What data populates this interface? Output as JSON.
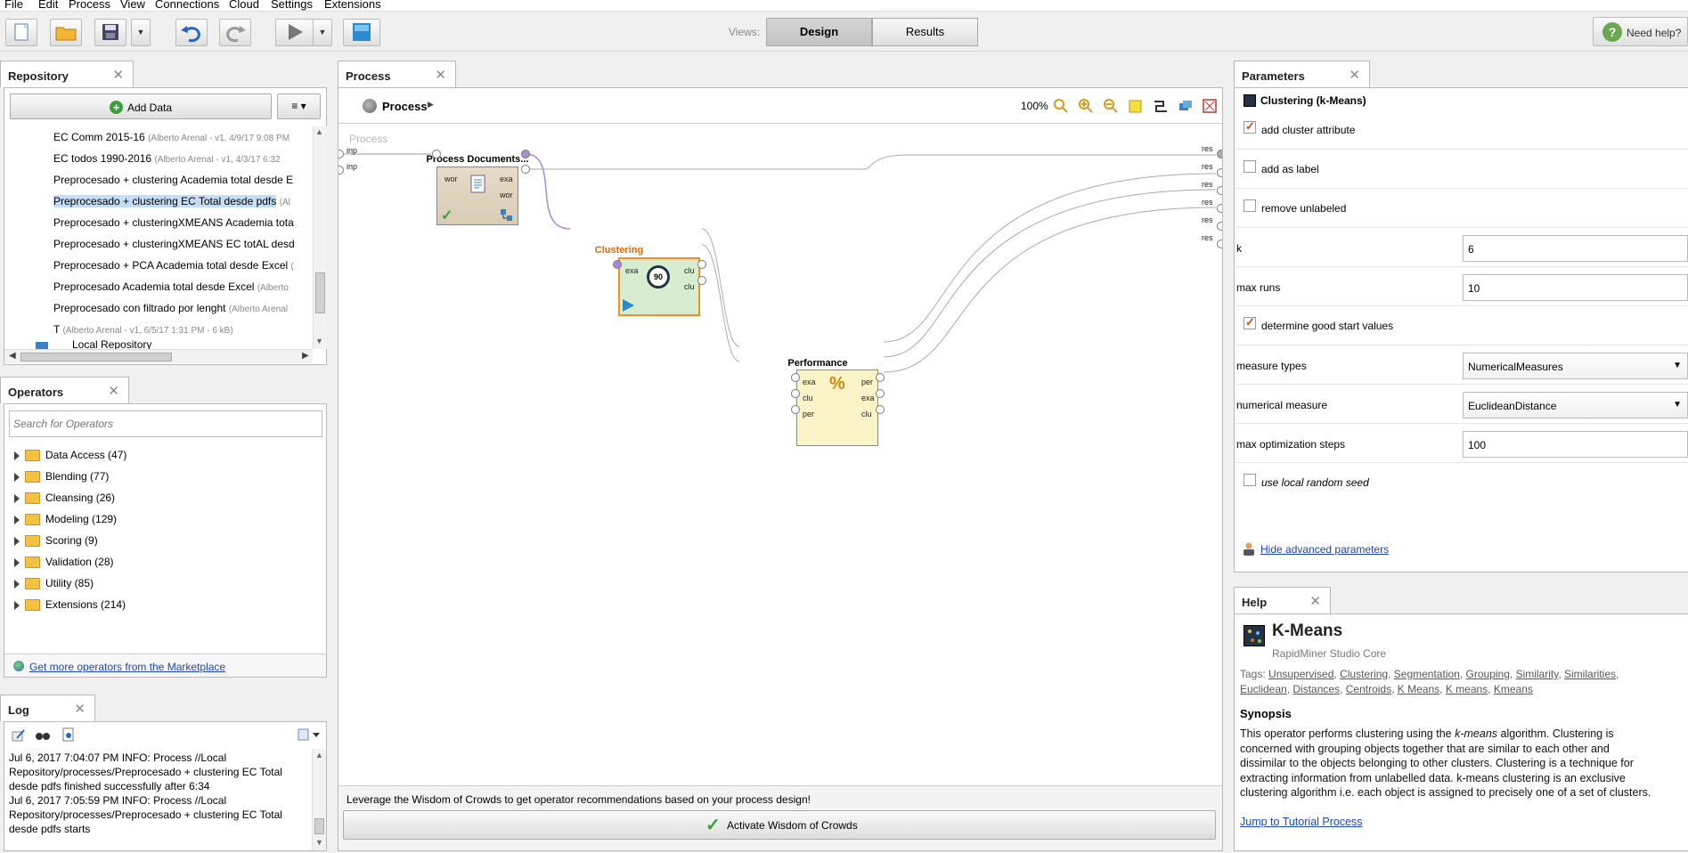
{
  "menu": [
    "File",
    "Edit",
    "Process",
    "View",
    "Connections",
    "Cloud",
    "Settings",
    "Extensions"
  ],
  "toolbar": {
    "views_label": "Views:",
    "design_label": "Design",
    "results_label": "Results",
    "help_label": "Need help?"
  },
  "repository": {
    "tab": "Repository",
    "add_data": "Add Data",
    "menu_icon": "≡ ▾",
    "items": [
      {
        "name": "EC Comm 2015-16",
        "meta": "(Alberto Arenal - v1, 4/9/17 9:08 PM"
      },
      {
        "name": "EC todos 1990-2016",
        "meta": "(Alberto Arenal - v1, 4/3/17 6:32"
      },
      {
        "name": "Preprocesado + clustering Academia total desde E",
        "meta": ""
      },
      {
        "name": "Preprocesado + clustering EC Total desde pdfs",
        "meta": "(Al"
      },
      {
        "name": "Preprocesado + clusteringXMEANS Academia tota",
        "meta": ""
      },
      {
        "name": "Preprocesado + clusteringXMEANS EC totAL desd",
        "meta": ""
      },
      {
        "name": "Preprocesado + PCA Academia total desde Excel",
        "meta": "("
      },
      {
        "name": "Preprocesado Academia total desde Excel",
        "meta": "(Alberto"
      },
      {
        "name": "Preprocesado con filtrado por lenght",
        "meta": "(Alberto Arenal"
      },
      {
        "name": "T",
        "meta": "(Alberto Arenal - v1, 6/5/17 1:31 PM - 6 kB)"
      }
    ],
    "partial_item": "Local Repository"
  },
  "operators": {
    "tab": "Operators",
    "search_placeholder": "Search for Operators",
    "items": [
      "Data Access (47)",
      "Blending (77)",
      "Cleansing (26)",
      "Modeling (129)",
      "Scoring (9)",
      "Validation (28)",
      "Utility (85)",
      "Extensions (214)"
    ],
    "marketplace_link": "Get more operators from the Marketplace"
  },
  "log": {
    "tab": "Log",
    "lines": [
      "Jul 6, 2017 7:04:07 PM INFO: Process //Local",
      "Repository/processes/Preprocesado + clustering EC Total",
      "desde pdfs finished successfully after 6:34",
      "Jul 6, 2017 7:05:59 PM INFO: Process //Local",
      "Repository/processes/Preprocesado + clustering EC Total",
      "desde pdfs starts"
    ]
  },
  "process": {
    "tab": "Process",
    "breadcrumb": "Process",
    "zoom": "100%",
    "canvas_label": "Process",
    "left_ports": [
      "inp",
      "inp"
    ],
    "right_ports": [
      "res",
      "res",
      "res",
      "res",
      "res",
      "res"
    ],
    "op_docs": {
      "name": "Process Documents...",
      "in": [
        "wor"
      ],
      "out": [
        "exa",
        "wor"
      ]
    },
    "op_cluster": {
      "name": "Clustering",
      "in": [
        "exa"
      ],
      "out": [
        "clu",
        "clu"
      ],
      "badge": "90"
    },
    "op_perf": {
      "name": "Performance",
      "in": [
        "exa",
        "clu",
        "per"
      ],
      "out": [
        "per",
        "exa",
        "clu"
      ]
    },
    "wisdom_text": "Leverage the Wisdom of Crowds to get operator recommendations based on your process design!",
    "wisdom_button": "Activate Wisdom of Crowds"
  },
  "parameters": {
    "tab": "Parameters",
    "operator": "Clustering (k-Means)",
    "add_cluster_attribute": {
      "label": "add cluster attribute",
      "checked": true
    },
    "add_as_label": {
      "label": "add as label",
      "checked": false
    },
    "remove_unlabeled": {
      "label": "remove unlabeled",
      "checked": false
    },
    "k": {
      "label": "k",
      "value": "6"
    },
    "max_runs": {
      "label": "max runs",
      "value": "10"
    },
    "determine_good_start": {
      "label": "determine good start values",
      "checked": true
    },
    "measure_types": {
      "label": "measure types",
      "value": "NumericalMeasures"
    },
    "numerical_measure": {
      "label": "numerical measure",
      "value": "EuclideanDistance"
    },
    "max_opt_steps": {
      "label": "max optimization steps",
      "value": "100"
    },
    "use_local_seed": {
      "label": "use local random seed",
      "checked": false
    },
    "hide_advanced": "Hide advanced parameters"
  },
  "help": {
    "tab": "Help",
    "title": "K-Means",
    "subtitle": "RapidMiner Studio Core",
    "tags_label": "Tags:",
    "tags_line1": [
      "Unsupervised",
      "Clustering",
      "Segmentation",
      "Grouping",
      "Similarity",
      "Similarities"
    ],
    "tags_line2": [
      "Euclidean",
      "Distances",
      "Centroids",
      "K Means",
      "K means",
      "Kmeans"
    ],
    "synopsis_title": "Synopsis",
    "synopsis_1": "This operator performs clustering using the ",
    "synopsis_em": "k-means",
    "synopsis_2": " algorithm. Clustering is",
    "synopsis_lines": [
      "concerned with grouping objects together that are similar to each other and",
      "dissimilar to the objects belonging to other clusters. Clustering is a technique for",
      "extracting information from unlabelled data. k-means clustering is an exclusive",
      "clustering algorithm i.e. each object is assigned to precisely one of a set of clusters."
    ],
    "tutorial_link": "Jump to Tutorial Process"
  }
}
